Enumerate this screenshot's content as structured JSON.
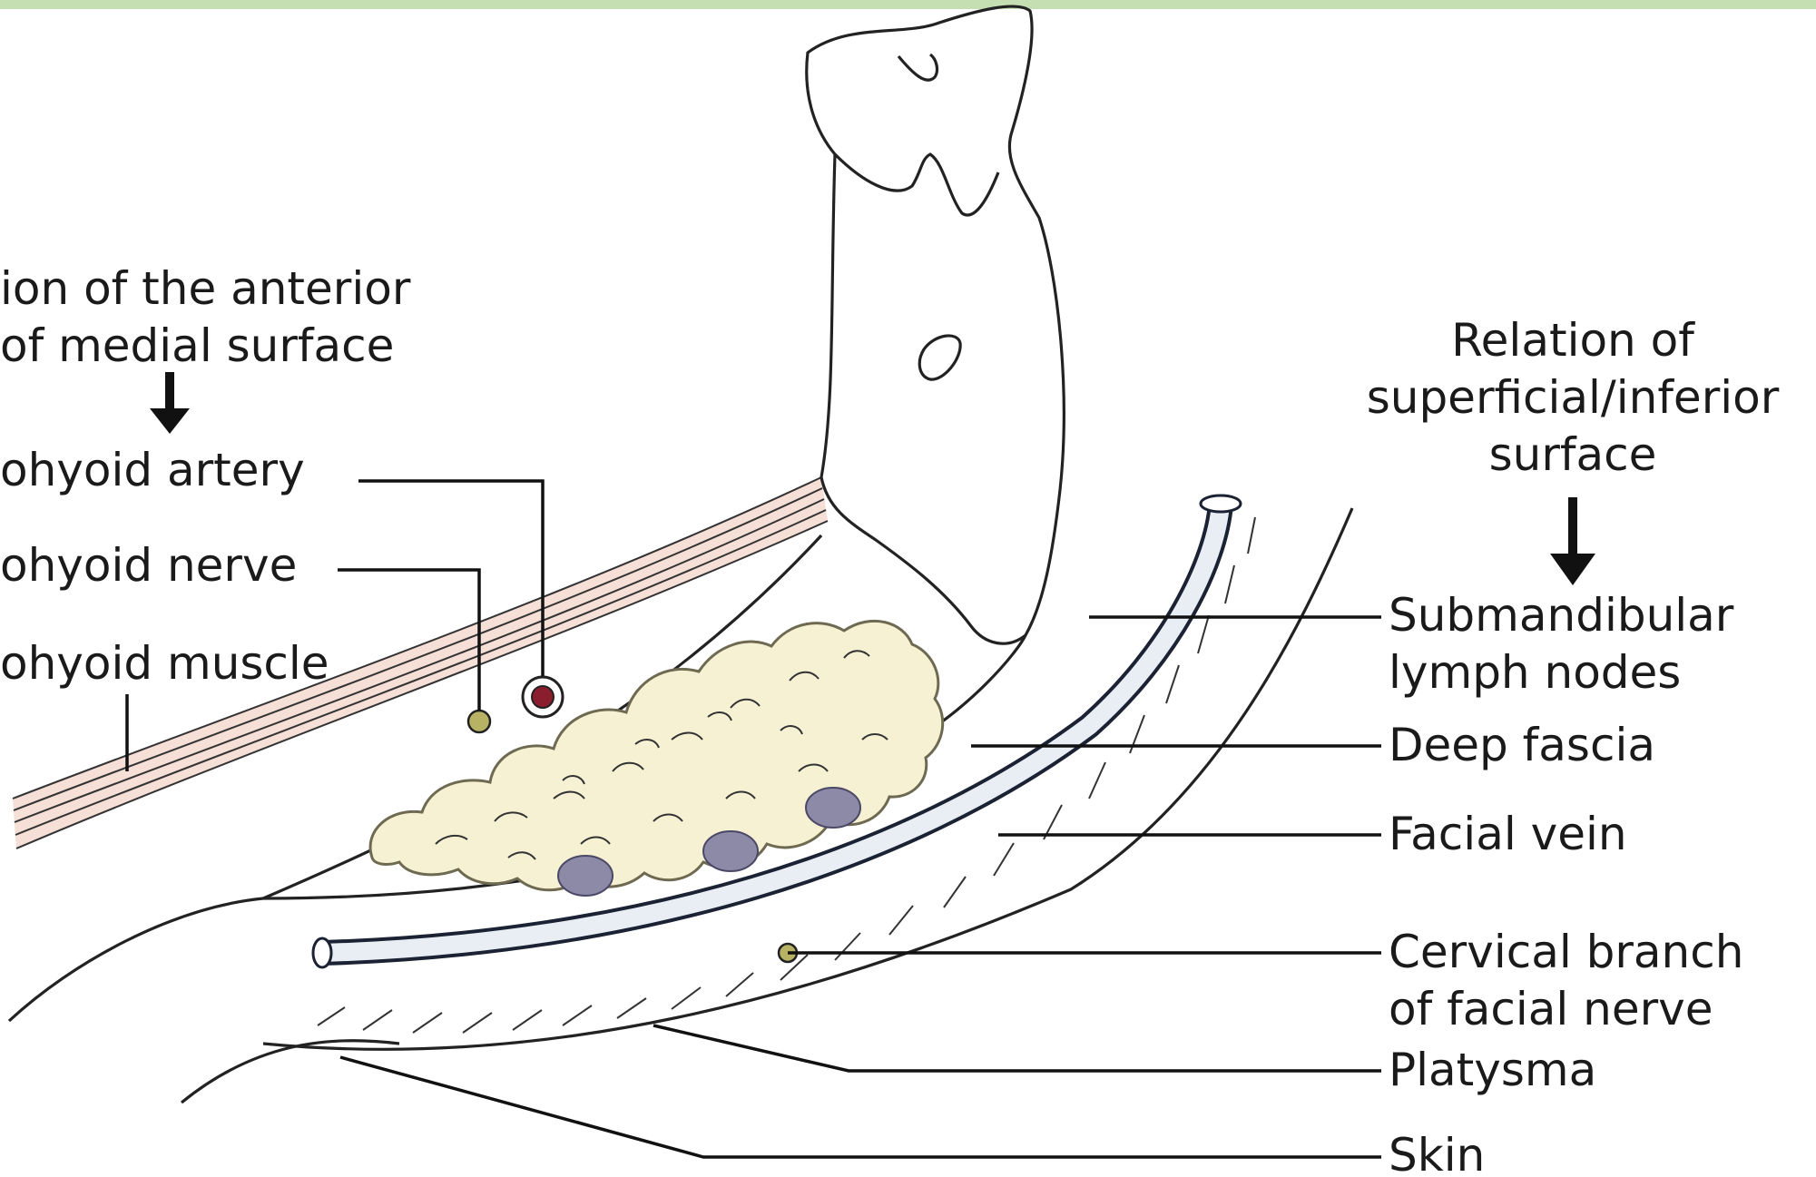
{
  "colors": {
    "top_border": "#c6dfb2",
    "gland": "#f7f1d4",
    "gland_outline": "#6e6a52",
    "lymph_node": "#8c8aa6",
    "vein_fill": "#e9eef4",
    "vein_outline": "#1b2233",
    "muscle_band": "#f5dfd6",
    "artery": "#8a1d2e",
    "nerve": "#b8b265"
  },
  "left_heading": {
    "line1": "ion of the anterior",
    "line2": "of medial surface"
  },
  "left_labels": {
    "artery": "ohyoid artery",
    "nerve": "ohyoid nerve",
    "muscle": "ohyoid muscle"
  },
  "right_heading": {
    "line1": "Relation of",
    "line2": "superficial/inferior",
    "line3": "surface"
  },
  "right_labels": {
    "lymph_line1": "Submandibular",
    "lymph_line2": "lymph nodes",
    "deep_fascia": "Deep fascia",
    "facial_vein": "Facial vein",
    "cervical_line1": "Cervical branch",
    "cervical_line2": "of facial nerve",
    "platysma": "Platysma",
    "skin": "Skin"
  }
}
